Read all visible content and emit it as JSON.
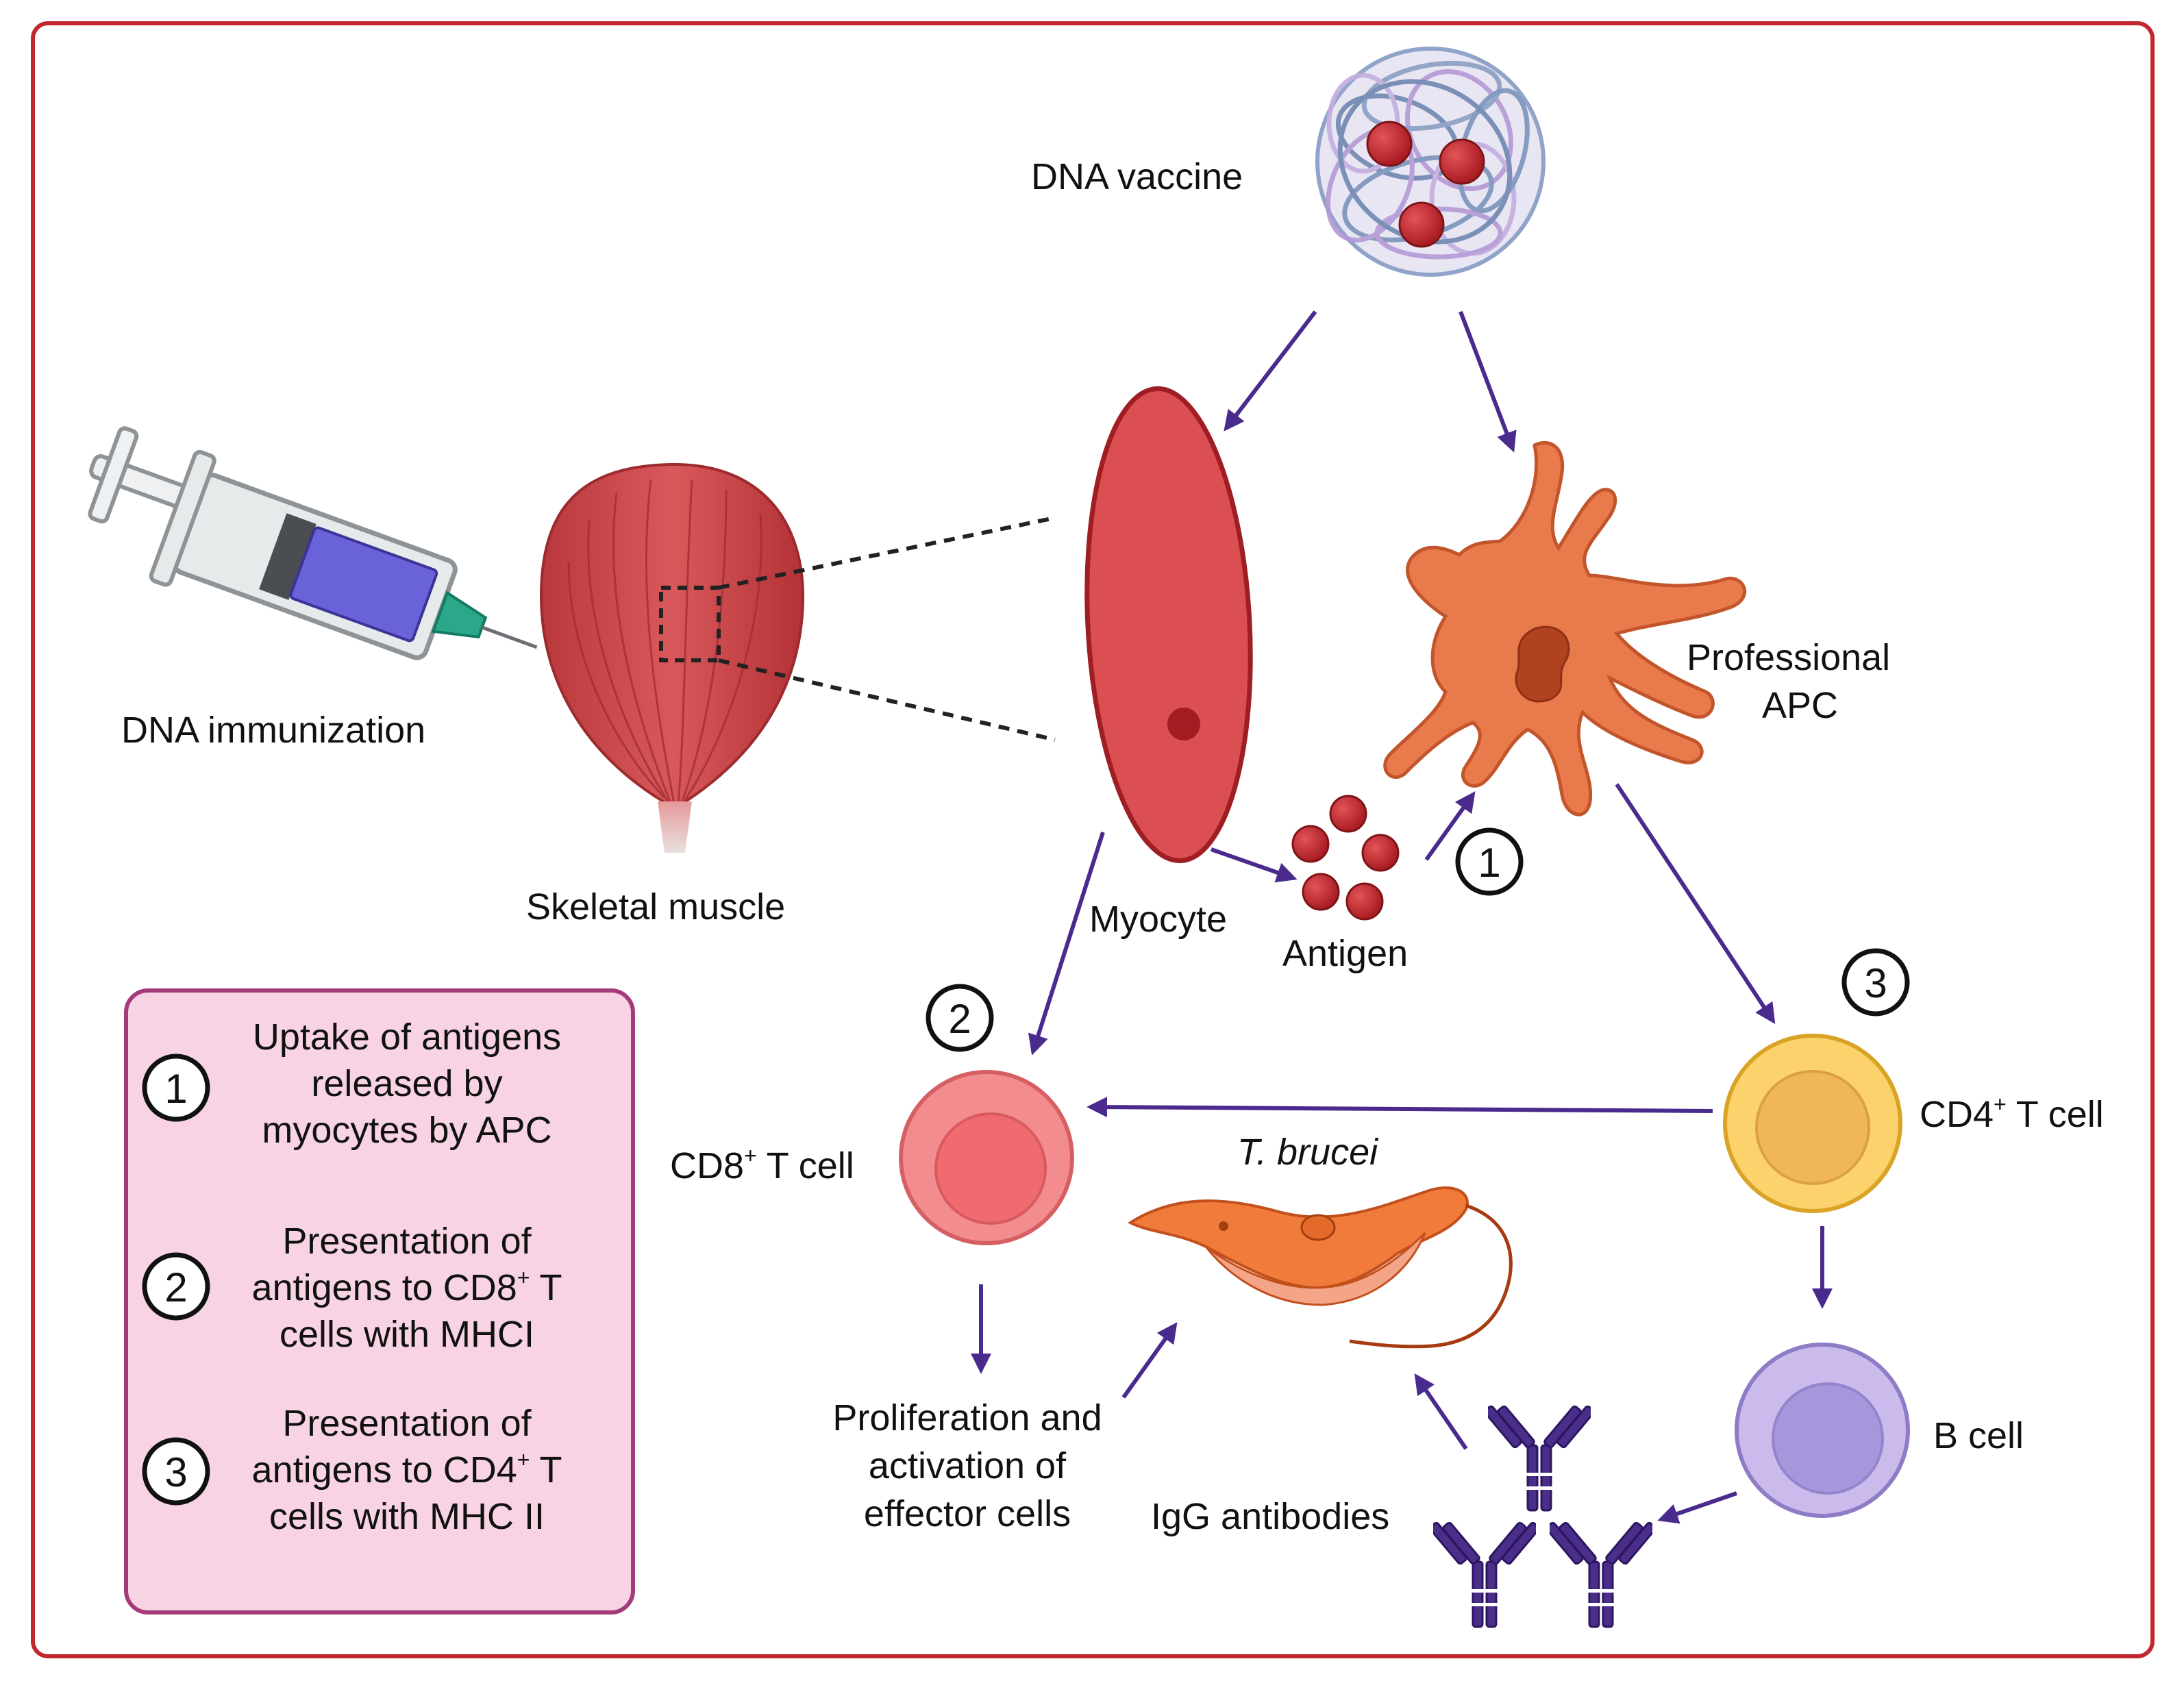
{
  "labels": {
    "dna_vaccine": "DNA vaccine",
    "dna_immunization": "DNA immunization",
    "skeletal_muscle": "Skeletal muscle",
    "myocyte": "Myocyte",
    "antigen": "Antigen",
    "professional_apc": [
      "Professional",
      "APC"
    ],
    "cd8_prefix": "CD8",
    "cd8_suffix": " T cell",
    "cd4_prefix": "CD4",
    "cd4_suffix": " T cell",
    "plus": "+",
    "t_brucei": "T. brucei",
    "b_cell": "B cell",
    "igg": "IgG antibodies",
    "proliferation": [
      "Proliferation and",
      "activation of",
      "effector cells"
    ]
  },
  "markers": {
    "one": "1",
    "two": "2",
    "three": "3"
  },
  "legend": {
    "items": [
      {
        "number": "1",
        "lines": [
          "Uptake of antigens",
          "released by",
          "myocytes by APC"
        ]
      },
      {
        "number": "2",
        "lines": [
          "Presentation of",
          "antigens to CD8",
          "cells with MHCI"
        ],
        "sup_line": 1,
        "sup_after": "+ T"
      },
      {
        "number": "3",
        "lines": [
          "Presentation of",
          "antigens to CD4",
          "cells with MHC II"
        ],
        "sup_line": 1,
        "sup_after": "+ T"
      }
    ]
  },
  "colors": {
    "frame": "#c0282d",
    "arrow": "#4a2a8c",
    "myocyte": "#d9484c",
    "apc": "#e9784a",
    "cd8_cell": "#f08a8c",
    "cd4_cell": "#f8c85a",
    "b_cell": "#c9b9ea",
    "legend_fill": "#f7d3e3",
    "legend_border": "#a33a7a",
    "antigen": "#c42a2f"
  }
}
